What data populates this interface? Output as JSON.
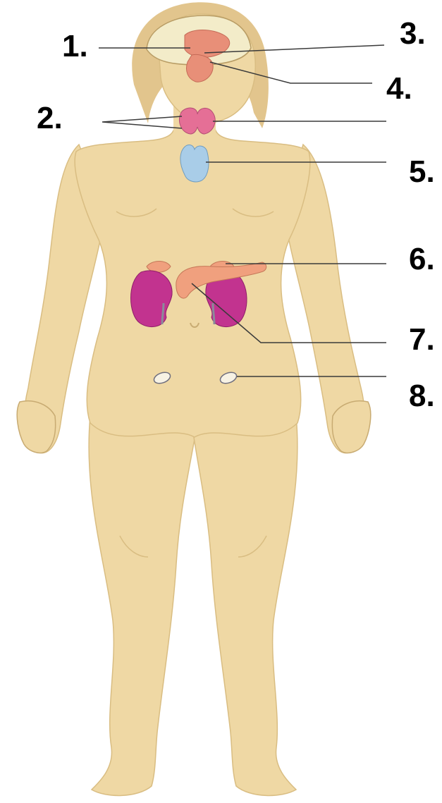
{
  "labels": [
    "1.",
    "2.",
    "3.",
    "4.",
    "5.",
    "6.",
    "7.",
    "8."
  ],
  "colors": {
    "skin": "#efd8a4",
    "skin_shadow": "#d9bd82",
    "hair": "#e2c58d",
    "brain": "#f3ecc9",
    "pituitary": "#e88f78",
    "thyroid": "#e56f96",
    "thymus": "#a9cde8",
    "kidney": "#c2338f",
    "adrenal": "#f0a07e",
    "pancreas": "#f0a07e",
    "ovary": "#f7f2e4",
    "leader_line": "#3a3a3a",
    "label_text": "#000000"
  }
}
